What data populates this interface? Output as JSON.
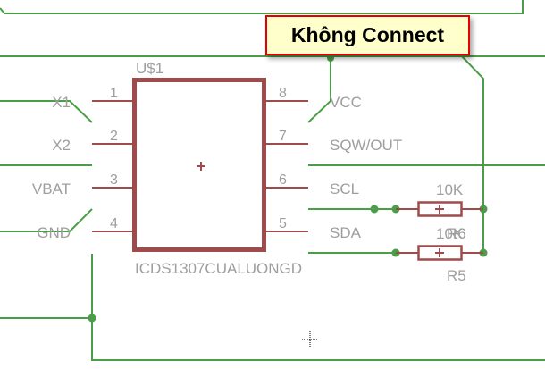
{
  "tooltip": {
    "text": "Không Connect"
  },
  "chip": {
    "name": "U$1",
    "value": "ICDS1307CUALUONGD",
    "pins_left": [
      {
        "num": "1",
        "label": "X1"
      },
      {
        "num": "2",
        "label": "X2"
      },
      {
        "num": "3",
        "label": "VBAT"
      },
      {
        "num": "4",
        "label": "GND"
      }
    ],
    "pins_right": [
      {
        "num": "8",
        "label": "VCC"
      },
      {
        "num": "7",
        "label": "SQW/OUT"
      },
      {
        "num": "6",
        "label": "SCL"
      },
      {
        "num": "5",
        "label": "SDA"
      }
    ]
  },
  "resistors": [
    {
      "name": "R6",
      "value": "10K"
    },
    {
      "name": "R5",
      "value": "10K"
    }
  ],
  "colors": {
    "wire": "#4a9e47",
    "component": "#a04b4b",
    "label": "#9e9e9e",
    "tooltip_bg": "#ffffcc",
    "tooltip_border": "#e60000"
  }
}
